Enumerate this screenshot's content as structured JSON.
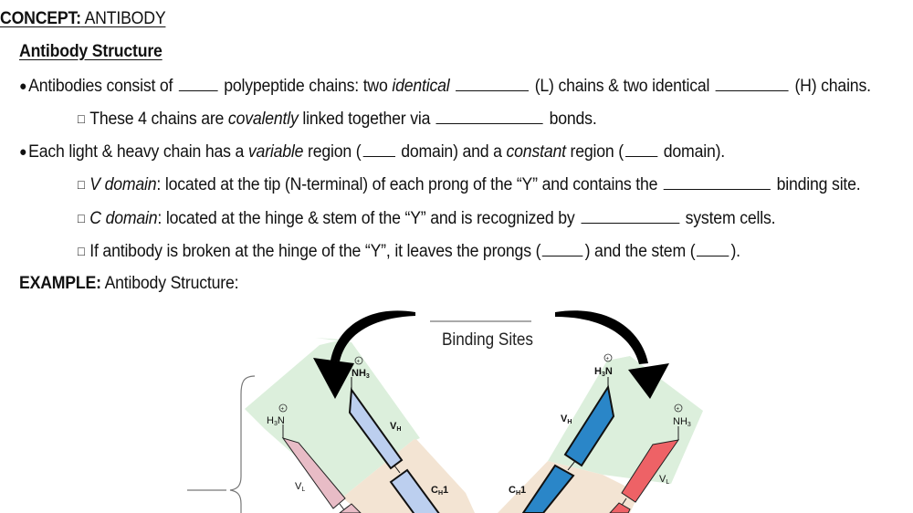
{
  "header": {
    "concept_label": "CONCEPT:",
    "concept_value": " ANTIBODY",
    "section_title": "Antibody Structure"
  },
  "bullets": [
    {
      "marker": "●",
      "parts": [
        "Antibodies consist of ",
        " polypeptide chains: two ",
        "identical",
        " ",
        " (L) chains & two identical ",
        " (H) chains."
      ]
    },
    {
      "marker": "□",
      "parts": [
        "These 4 chains are ",
        "covalently",
        " linked together via ",
        " bonds."
      ]
    },
    {
      "marker": "●",
      "parts": [
        "Each light & heavy chain has a ",
        "variable",
        " region (",
        " domain) and a ",
        "constant",
        " region (",
        " domain)."
      ]
    },
    {
      "marker": "□",
      "parts": [
        "V domain",
        ": located at the tip (N-terminal) of each prong of the “Y” and contains the ",
        " binding site."
      ]
    },
    {
      "marker": "□",
      "parts": [
        "C domain",
        ": located at the hinge & stem of the “Y” and is recognized by ",
        " system cells."
      ]
    },
    {
      "marker": "□",
      "parts": [
        "If antibody is broken at the hinge of the “Y”, it leaves the prongs (",
        ") and the stem (",
        ")."
      ]
    }
  ],
  "example": {
    "label": "EXAMPLE:",
    "text": " Antibody Structure:"
  },
  "diagram": {
    "binding_sites_label": "Binding Sites",
    "left_arm": {
      "light_terminal": "H3N",
      "heavy_terminal": "NH3",
      "vl_label": "VL",
      "vh_label": "VH",
      "ch1_label": "CH1"
    },
    "right_arm": {
      "heavy_terminal": "H3N",
      "light_terminal": "NH3",
      "vh_label": "VH",
      "vl_label": "VL",
      "ch1_label": "CH1"
    },
    "colors": {
      "variable_region": "#dcefdc",
      "constant_region": "#f3e4d3",
      "left_heavy": "#bccfef",
      "left_light": "#e8bcc6",
      "right_heavy": "#2a86c8",
      "right_light": "#ee6266",
      "arrow": "#000000"
    }
  }
}
